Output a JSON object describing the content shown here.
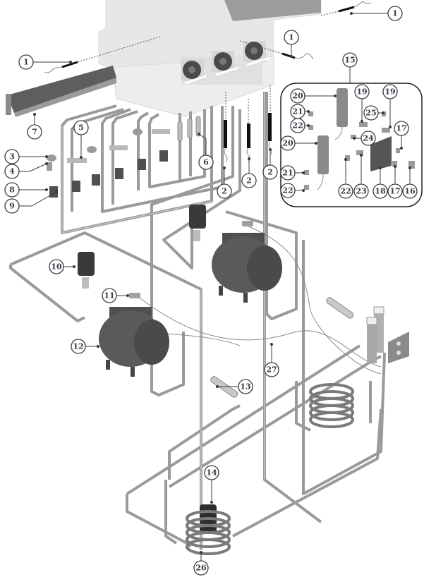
{
  "diagram": {
    "title": "Refrigeration circuit exploded view",
    "kit_box_label": "15",
    "callouts": [
      {
        "id": "c1a",
        "label": "1",
        "part": "sensor probe (top right)"
      },
      {
        "id": "c1b",
        "label": "1",
        "part": "sensor probe (upper center)"
      },
      {
        "id": "c1c",
        "label": "1",
        "part": "sensor probe (left)"
      },
      {
        "id": "c2a",
        "label": "2",
        "part": "probe"
      },
      {
        "id": "c2b",
        "label": "2",
        "part": "probe"
      },
      {
        "id": "c2c",
        "label": "2",
        "part": "probe"
      },
      {
        "id": "c3",
        "label": "3",
        "part": "expansion valve head"
      },
      {
        "id": "c4",
        "label": "4",
        "part": "expansion valve body"
      },
      {
        "id": "c5",
        "label": "5",
        "part": "tee valve"
      },
      {
        "id": "c6",
        "label": "6",
        "part": "inline tube"
      },
      {
        "id": "c7",
        "label": "7",
        "part": "mounting rail"
      },
      {
        "id": "c8",
        "label": "8",
        "part": "solenoid valve"
      },
      {
        "id": "c9",
        "label": "9",
        "part": "solenoid coil"
      },
      {
        "id": "c10",
        "label": "10",
        "part": "filter drier"
      },
      {
        "id": "c11",
        "label": "11",
        "part": "pressure switch"
      },
      {
        "id": "c12",
        "label": "12",
        "part": "compressor"
      },
      {
        "id": "c13",
        "label": "13",
        "part": "muffler tube"
      },
      {
        "id": "c14",
        "label": "14",
        "part": "receiver"
      },
      {
        "id": "c15",
        "label": "15",
        "part": "valve kit"
      },
      {
        "id": "c16",
        "label": "16",
        "part": "fitting"
      },
      {
        "id": "c17a",
        "label": "17",
        "part": "nut"
      },
      {
        "id": "c17b",
        "label": "17",
        "part": "nut"
      },
      {
        "id": "c18",
        "label": "18",
        "part": "mounting plate"
      },
      {
        "id": "c19a",
        "label": "19",
        "part": "tee"
      },
      {
        "id": "c19b",
        "label": "19",
        "part": "tee"
      },
      {
        "id": "c20a",
        "label": "20",
        "part": "water regulating valve"
      },
      {
        "id": "c20b",
        "label": "20",
        "part": "water regulating valve"
      },
      {
        "id": "c21a",
        "label": "21",
        "part": "elbow"
      },
      {
        "id": "c21b",
        "label": "21",
        "part": "elbow"
      },
      {
        "id": "c22a",
        "label": "22",
        "part": "coupling"
      },
      {
        "id": "c22b",
        "label": "22",
        "part": "coupling"
      },
      {
        "id": "c22c",
        "label": "22",
        "part": "coupling"
      },
      {
        "id": "c23",
        "label": "23",
        "part": "elbow fitting"
      },
      {
        "id": "c24",
        "label": "24",
        "part": "elbow"
      },
      {
        "id": "c25",
        "label": "25",
        "part": "adapter"
      },
      {
        "id": "c26",
        "label": "26",
        "part": "coil condenser"
      },
      {
        "id": "c27",
        "label": "27",
        "part": "capillary line"
      }
    ]
  }
}
